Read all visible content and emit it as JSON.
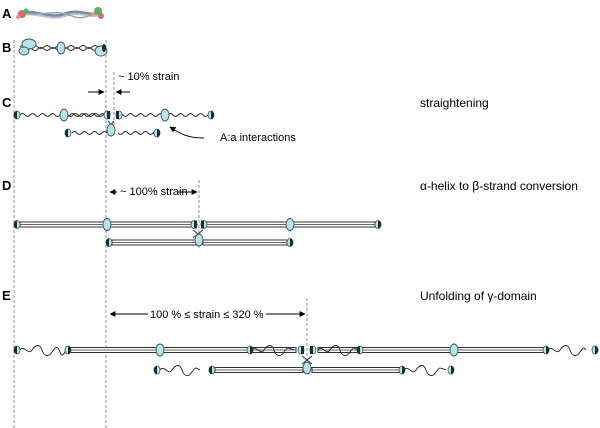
{
  "panels": {
    "a": {
      "letter": "A"
    },
    "b": {
      "letter": "B"
    },
    "c": {
      "letter": "C",
      "strain": "~ 10% strain",
      "stage": "straightening",
      "note": "A:a interactions"
    },
    "d": {
      "letter": "D",
      "strain": "~ 100% strain",
      "stage": "α-helix to β-strand conversion"
    },
    "e": {
      "letter": "E",
      "strain": "100 % ≤ strain ≤ 320 %",
      "stage": "Unfolding of γ-domain"
    }
  },
  "colors": {
    "globule": "#b9e3e6",
    "cap_dark": "#1c2a33",
    "guide_line": "#777777"
  }
}
